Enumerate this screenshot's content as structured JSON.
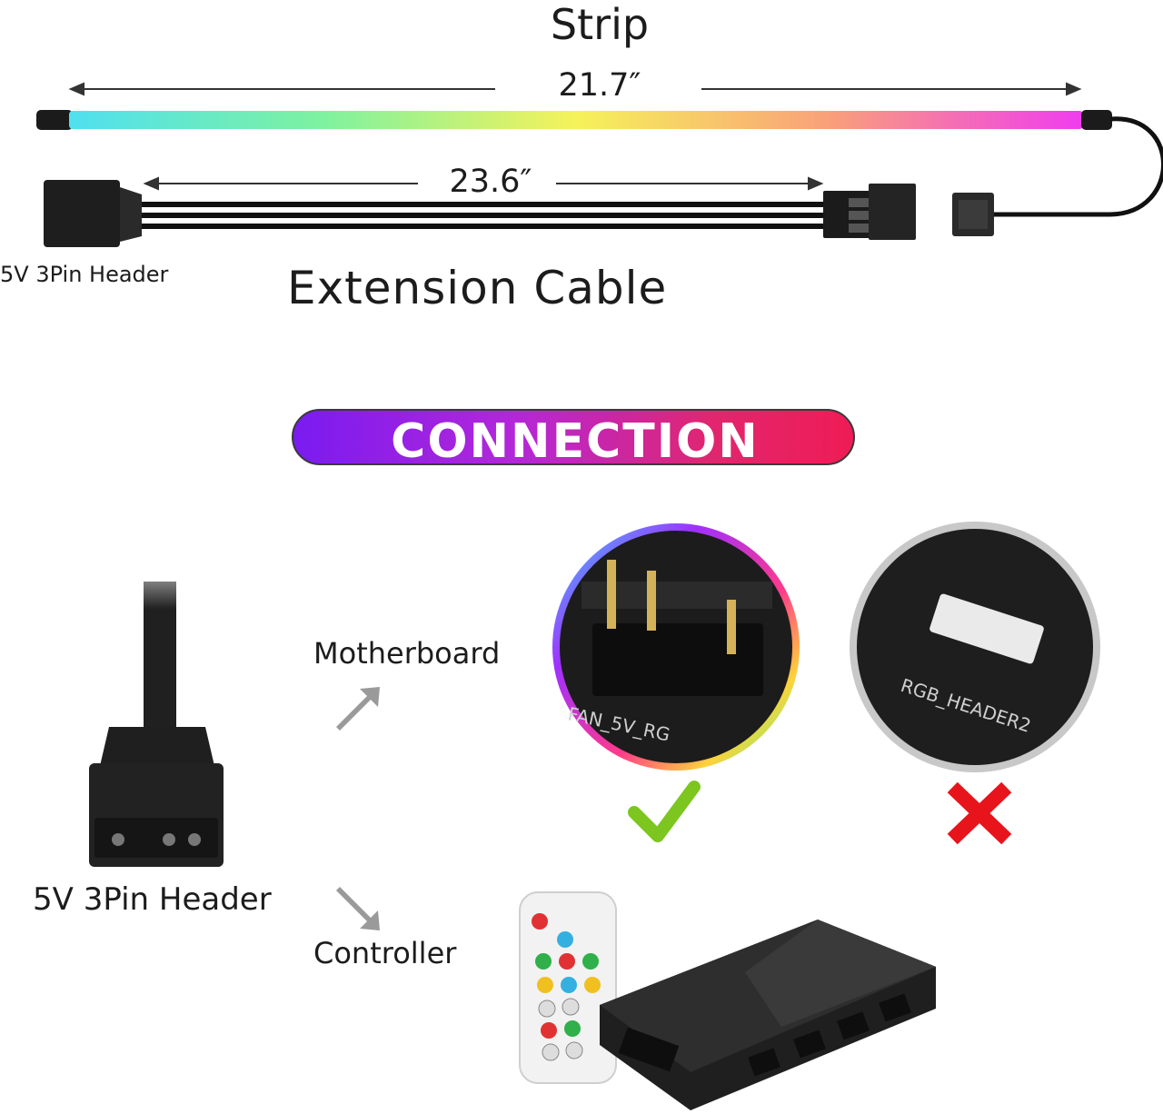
{
  "strip": {
    "title": "Strip",
    "length": "21.7″"
  },
  "extension": {
    "title": "Extension Cable",
    "length": "23.6″",
    "header_label": "5V 3Pin Header"
  },
  "connection": {
    "badge_text": "CONNECTION",
    "header_label": "5V 3Pin Header",
    "option_motherboard": "Motherboard",
    "option_controller": "Controller"
  },
  "colors": {
    "badge_start": "#7a1bf0",
    "badge_end": "#ef1c55",
    "check": "#7cc61f",
    "cross": "#e8141c"
  },
  "icons": [
    "check-icon",
    "cross-icon",
    "arrow-up-right-icon",
    "arrow-down-right-icon"
  ]
}
